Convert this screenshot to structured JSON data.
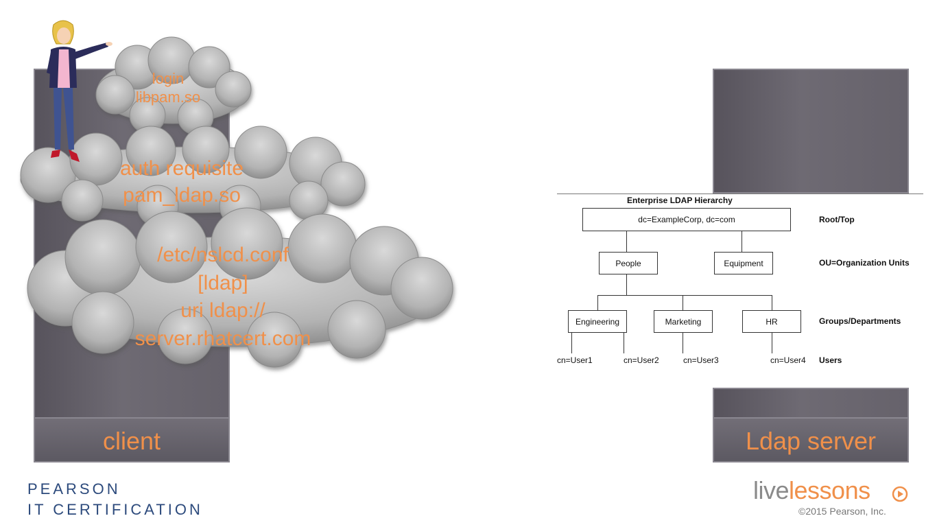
{
  "slide": {
    "client_label": "client",
    "server_label": "Ldap server",
    "clouds": {
      "login": [
        "login",
        "libpam.so"
      ],
      "auth": [
        "auth requisite",
        "pam_ldap.so"
      ],
      "nslcd": [
        "/etc/nslcd.conf",
        "[ldap]",
        "uri ldap://",
        "server.rhatcert.com"
      ]
    }
  },
  "ldap_diagram": {
    "title": "Enterprise LDAP Hierarchy",
    "root": "dc=ExampleCorp, dc=com",
    "ous": [
      "People",
      "Equipment"
    ],
    "groups": [
      "Engineering",
      "Marketing",
      "HR"
    ],
    "users": [
      "cn=User1",
      "cn=User2",
      "cn=User3",
      "cn=User4"
    ],
    "levels": [
      "Root/Top",
      "OU=Organization Units",
      "Groups/Departments",
      "Users"
    ]
  },
  "footer": {
    "brand_line1": "PEARSON",
    "brand_line2": "IT CERTIFICATION",
    "live_part": "live",
    "lessons_part": "lessons",
    "copyright": "©2015 Pearson, Inc."
  },
  "colors": {
    "accent_orange": "#f0904a",
    "pearson_blue": "#2c4a7c",
    "tower_gray": "#66626b"
  }
}
